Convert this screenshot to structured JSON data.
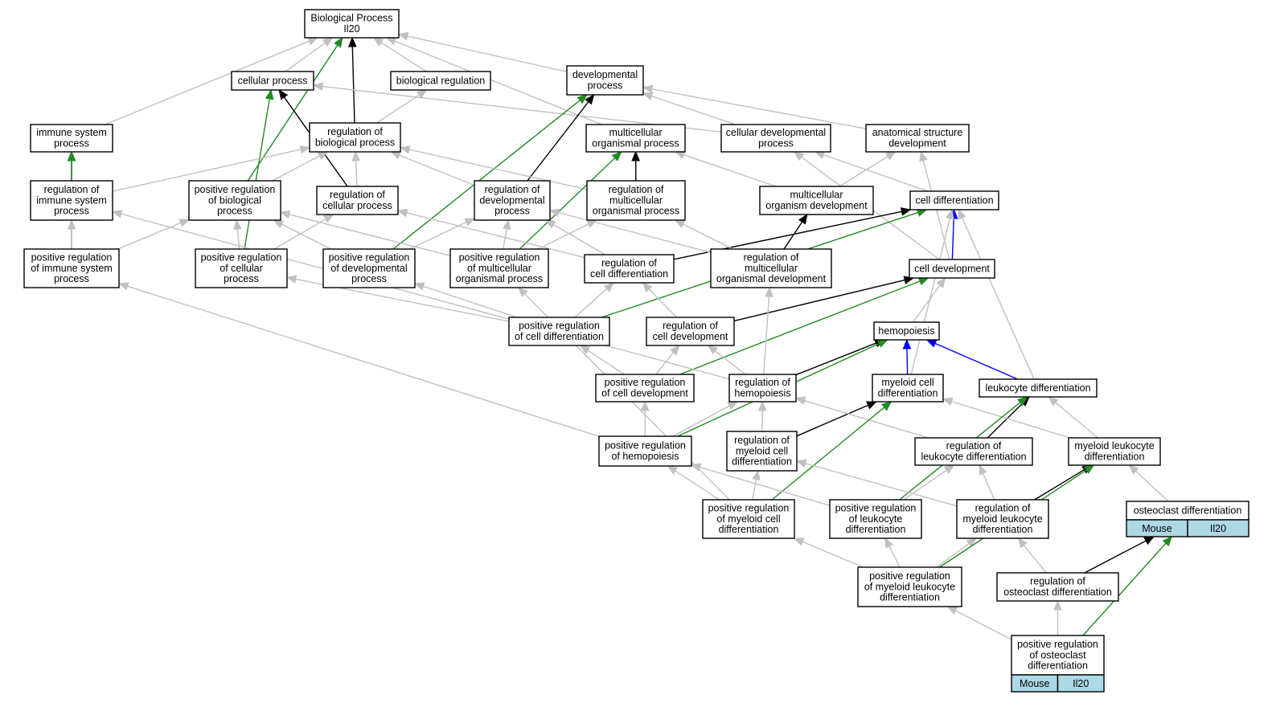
{
  "colors": {
    "is_a": "#c0c0c0",
    "part_of": "#000000",
    "positively_regulates": "#228b22",
    "regulates": "#000000",
    "develops_from": "#0000ff",
    "annotation_fill": "#add8e6"
  },
  "nodes": [
    {
      "id": "bp",
      "lines": [
        "Biological Process",
        "Il20"
      ]
    },
    {
      "id": "cp",
      "lines": [
        "cellular process"
      ]
    },
    {
      "id": "br",
      "lines": [
        "biological regulation"
      ]
    },
    {
      "id": "dp",
      "lines": [
        "developmental",
        "process"
      ]
    },
    {
      "id": "isp",
      "lines": [
        "immune system",
        "process"
      ]
    },
    {
      "id": "rbp",
      "lines": [
        "regulation of",
        "biological process"
      ]
    },
    {
      "id": "mop",
      "lines": [
        "multicellular",
        "organismal process"
      ]
    },
    {
      "id": "cdp",
      "lines": [
        "cellular developmental",
        "process"
      ]
    },
    {
      "id": "asd",
      "lines": [
        "anatomical structure",
        "development"
      ]
    },
    {
      "id": "risp",
      "lines": [
        "regulation of",
        "immune system",
        "process"
      ]
    },
    {
      "id": "prbp",
      "lines": [
        "positive regulation",
        "of biological",
        "process"
      ]
    },
    {
      "id": "rcp",
      "lines": [
        "regulation of",
        "cellular process"
      ]
    },
    {
      "id": "rdp",
      "lines": [
        "regulation of",
        "developmental",
        "process"
      ]
    },
    {
      "id": "rmop",
      "lines": [
        "regulation of",
        "multicellular",
        "organismal process"
      ]
    },
    {
      "id": "mod",
      "lines": [
        "multicellular",
        "organism development"
      ]
    },
    {
      "id": "cd",
      "lines": [
        "cell differentiation"
      ]
    },
    {
      "id": "prisp",
      "lines": [
        "positive regulation",
        "of immune system",
        "process"
      ]
    },
    {
      "id": "prcp",
      "lines": [
        "positive regulation",
        "of cellular",
        "process"
      ]
    },
    {
      "id": "prdp",
      "lines": [
        "positive regulation",
        "of developmental",
        "process"
      ]
    },
    {
      "id": "prmop",
      "lines": [
        "positive regulation",
        "of multicellular",
        "organismal process"
      ]
    },
    {
      "id": "rcd",
      "lines": [
        "regulation of",
        "cell differentiation"
      ]
    },
    {
      "id": "rmod",
      "lines": [
        "regulation of",
        "multicellular",
        "organismal development"
      ]
    },
    {
      "id": "cdev",
      "lines": [
        "cell development"
      ]
    },
    {
      "id": "prcd",
      "lines": [
        "positive regulation",
        "of cell differentiation"
      ]
    },
    {
      "id": "rcdev",
      "lines": [
        "regulation of",
        "cell development"
      ]
    },
    {
      "id": "hemo",
      "lines": [
        "hemopoiesis"
      ]
    },
    {
      "id": "prcdev",
      "lines": [
        "positive regulation",
        "of cell development"
      ]
    },
    {
      "id": "rhemo",
      "lines": [
        "regulation of",
        "hemopoiesis"
      ]
    },
    {
      "id": "mcd",
      "lines": [
        "myeloid cell",
        "differentiation"
      ]
    },
    {
      "id": "ld",
      "lines": [
        "leukocyte differentiation"
      ]
    },
    {
      "id": "prhemo",
      "lines": [
        "positive regulation",
        "of hemopoiesis"
      ]
    },
    {
      "id": "rmcd",
      "lines": [
        "regulation of",
        "myeloid cell",
        "differentiation"
      ]
    },
    {
      "id": "rld",
      "lines": [
        "regulation of",
        "leukocyte differentiation"
      ]
    },
    {
      "id": "mld",
      "lines": [
        "myeloid leukocyte",
        "differentiation"
      ]
    },
    {
      "id": "od",
      "lines": [
        "osteoclast differentiation"
      ],
      "annotation": [
        "Mouse",
        "Il20"
      ]
    },
    {
      "id": "prmcd",
      "lines": [
        "positive regulation",
        "of myeloid cell",
        "differentiation"
      ]
    },
    {
      "id": "prld",
      "lines": [
        "positive regulation",
        "of leukocyte",
        "differentiation"
      ]
    },
    {
      "id": "rmld",
      "lines": [
        "regulation of",
        "myeloid leukocyte",
        "differentiation"
      ]
    },
    {
      "id": "prmld",
      "lines": [
        "positive regulation",
        "of myeloid leukocyte",
        "differentiation"
      ]
    },
    {
      "id": "rod",
      "lines": [
        "regulation of",
        "osteoclast differentiation"
      ]
    },
    {
      "id": "prod",
      "lines": [
        "positive regulation",
        "of osteoclast",
        "differentiation"
      ],
      "annotation": [
        "Mouse",
        "Il20"
      ]
    }
  ],
  "edges": [
    {
      "from": "cp",
      "to": "bp",
      "type": "is_a"
    },
    {
      "from": "br",
      "to": "bp",
      "type": "is_a"
    },
    {
      "from": "dp",
      "to": "bp",
      "type": "is_a"
    },
    {
      "from": "isp",
      "to": "bp",
      "type": "is_a"
    },
    {
      "from": "rbp",
      "to": "bp",
      "type": "regulates"
    },
    {
      "from": "prbp",
      "to": "bp",
      "type": "positively_regulates"
    },
    {
      "from": "mop",
      "to": "bp",
      "type": "is_a"
    },
    {
      "from": "rbp",
      "to": "br",
      "type": "is_a"
    },
    {
      "from": "rcp",
      "to": "cp",
      "type": "regulates"
    },
    {
      "from": "prcp",
      "to": "cp",
      "type": "positively_regulates"
    },
    {
      "from": "cdp",
      "to": "cp",
      "type": "is_a"
    },
    {
      "from": "rdp",
      "to": "dp",
      "type": "regulates"
    },
    {
      "from": "prdp",
      "to": "dp",
      "type": "positively_regulates"
    },
    {
      "from": "cdp",
      "to": "dp",
      "type": "is_a"
    },
    {
      "from": "asd",
      "to": "dp",
      "type": "is_a"
    },
    {
      "from": "risp",
      "to": "isp",
      "type": "regulates"
    },
    {
      "from": "prisp",
      "to": "isp",
      "type": "positively_regulates"
    },
    {
      "from": "risp",
      "to": "rbp",
      "type": "is_a"
    },
    {
      "from": "prbp",
      "to": "rbp",
      "type": "is_a"
    },
    {
      "from": "rcp",
      "to": "rbp",
      "type": "is_a"
    },
    {
      "from": "rdp",
      "to": "rbp",
      "type": "is_a"
    },
    {
      "from": "rmop",
      "to": "rbp",
      "type": "is_a"
    },
    {
      "from": "rmop",
      "to": "mop",
      "type": "regulates"
    },
    {
      "from": "prmop",
      "to": "mop",
      "type": "positively_regulates"
    },
    {
      "from": "mod",
      "to": "mop",
      "type": "is_a"
    },
    {
      "from": "mod",
      "to": "asd",
      "type": "is_a"
    },
    {
      "from": "cd",
      "to": "cdp",
      "type": "is_a"
    },
    {
      "from": "cdev",
      "to": "cdp",
      "type": "is_a"
    },
    {
      "from": "cdev",
      "to": "asd",
      "type": "is_a"
    },
    {
      "from": "prisp",
      "to": "risp",
      "type": "is_a"
    },
    {
      "from": "prisp",
      "to": "prbp",
      "type": "is_a"
    },
    {
      "from": "prcp",
      "to": "prbp",
      "type": "is_a"
    },
    {
      "from": "prdp",
      "to": "prbp",
      "type": "is_a"
    },
    {
      "from": "prcp",
      "to": "rcp",
      "type": "is_a"
    },
    {
      "from": "prdp",
      "to": "rdp",
      "type": "is_a"
    },
    {
      "from": "prmop",
      "to": "rdp",
      "type": "is_a"
    },
    {
      "from": "prmop",
      "to": "rmop",
      "type": "is_a"
    },
    {
      "from": "prmop",
      "to": "prbp",
      "type": "is_a"
    },
    {
      "from": "rcd",
      "to": "rcp",
      "type": "is_a"
    },
    {
      "from": "rcd",
      "to": "rdp",
      "type": "is_a"
    },
    {
      "from": "rcd",
      "to": "cd",
      "type": "regulates"
    },
    {
      "from": "rmod",
      "to": "rdp",
      "type": "is_a"
    },
    {
      "from": "rmod",
      "to": "rmop",
      "type": "is_a"
    },
    {
      "from": "rmod",
      "to": "mod",
      "type": "regulates"
    },
    {
      "from": "cdev",
      "to": "cd",
      "type": "develops_from"
    },
    {
      "from": "prcd",
      "to": "prcp",
      "type": "is_a"
    },
    {
      "from": "prcd",
      "to": "prdp",
      "type": "is_a"
    },
    {
      "from": "prcd",
      "to": "rcd",
      "type": "is_a"
    },
    {
      "from": "prcd",
      "to": "cd",
      "type": "positively_regulates"
    },
    {
      "from": "rcdev",
      "to": "rcd",
      "type": "is_a"
    },
    {
      "from": "rcdev",
      "to": "cdev",
      "type": "regulates"
    },
    {
      "from": "hemo",
      "to": "cdev",
      "type": "is_a"
    },
    {
      "from": "prcdev",
      "to": "prcd",
      "type": "is_a"
    },
    {
      "from": "prcdev",
      "to": "rcdev",
      "type": "is_a"
    },
    {
      "from": "prcdev",
      "to": "cdev",
      "type": "positively_regulates"
    },
    {
      "from": "rhemo",
      "to": "rcdev",
      "type": "is_a"
    },
    {
      "from": "rhemo",
      "to": "risp",
      "type": "is_a"
    },
    {
      "from": "rhemo",
      "to": "rmod",
      "type": "is_a"
    },
    {
      "from": "rhemo",
      "to": "hemo",
      "type": "regulates"
    },
    {
      "from": "mcd",
      "to": "hemo",
      "type": "develops_from"
    },
    {
      "from": "mcd",
      "to": "cd",
      "type": "is_a"
    },
    {
      "from": "ld",
      "to": "hemo",
      "type": "develops_from"
    },
    {
      "from": "ld",
      "to": "cd",
      "type": "is_a"
    },
    {
      "from": "prhemo",
      "to": "prcdev",
      "type": "is_a"
    },
    {
      "from": "prhemo",
      "to": "rhemo",
      "type": "is_a"
    },
    {
      "from": "prhemo",
      "to": "prisp",
      "type": "is_a"
    },
    {
      "from": "prhemo",
      "to": "hemo",
      "type": "positively_regulates"
    },
    {
      "from": "rmcd",
      "to": "rhemo",
      "type": "is_a"
    },
    {
      "from": "rmcd",
      "to": "mcd",
      "type": "regulates"
    },
    {
      "from": "rld",
      "to": "rhemo",
      "type": "is_a"
    },
    {
      "from": "rld",
      "to": "ld",
      "type": "regulates"
    },
    {
      "from": "mld",
      "to": "mcd",
      "type": "is_a"
    },
    {
      "from": "mld",
      "to": "ld",
      "type": "is_a"
    },
    {
      "from": "od",
      "to": "mld",
      "type": "is_a"
    },
    {
      "from": "prmcd",
      "to": "rmcd",
      "type": "is_a"
    },
    {
      "from": "prmcd",
      "to": "prhemo",
      "type": "is_a"
    },
    {
      "from": "prmcd",
      "to": "prmop",
      "type": "is_a"
    },
    {
      "from": "prmcd",
      "to": "mcd",
      "type": "positively_regulates"
    },
    {
      "from": "prld",
      "to": "rld",
      "type": "is_a"
    },
    {
      "from": "prld",
      "to": "prhemo",
      "type": "is_a"
    },
    {
      "from": "prld",
      "to": "ld",
      "type": "positively_regulates"
    },
    {
      "from": "rmld",
      "to": "rld",
      "type": "is_a"
    },
    {
      "from": "rmld",
      "to": "rmcd",
      "type": "is_a"
    },
    {
      "from": "rmld",
      "to": "mld",
      "type": "regulates"
    },
    {
      "from": "prmld",
      "to": "prmcd",
      "type": "is_a"
    },
    {
      "from": "prmld",
      "to": "prld",
      "type": "is_a"
    },
    {
      "from": "prmld",
      "to": "rmld",
      "type": "is_a"
    },
    {
      "from": "prmld",
      "to": "mld",
      "type": "positively_regulates"
    },
    {
      "from": "rod",
      "to": "rmld",
      "type": "is_a"
    },
    {
      "from": "rod",
      "to": "od",
      "type": "regulates"
    },
    {
      "from": "prod",
      "to": "rod",
      "type": "is_a"
    },
    {
      "from": "prod",
      "to": "prmld",
      "type": "is_a"
    },
    {
      "from": "prod",
      "to": "od",
      "type": "positively_regulates"
    }
  ]
}
